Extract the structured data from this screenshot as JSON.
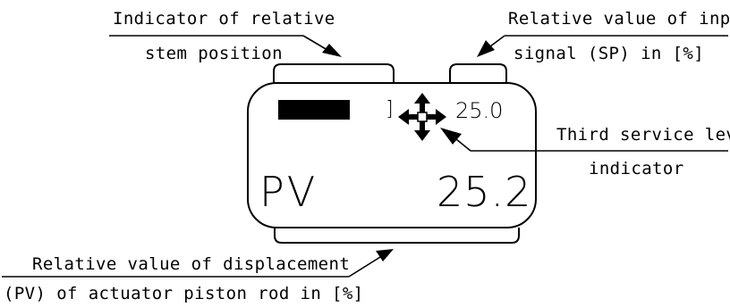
{
  "labels": {
    "stem_indicator_line1": "Indicator of relative",
    "stem_indicator_line2": "stem position",
    "sp_line1": "Relative value of input",
    "sp_line2": "signal (SP) in [%]",
    "service_line1": "Third service level",
    "service_line2": "indicator",
    "pv_line1": "Relative value of displacement",
    "pv_line2": "(PV) of actuator piston rod in [%]"
  },
  "display": {
    "bracket": "]",
    "sp_value": "25.0",
    "pv_label": "PV",
    "pv_value": "25.2"
  },
  "colors": {
    "ink": "#000000",
    "background": "#ffffff"
  },
  "icons": {
    "service_level": "four-way-arrow-icon"
  }
}
